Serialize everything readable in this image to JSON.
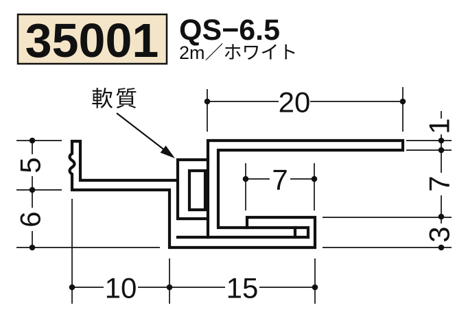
{
  "header": {
    "product_code": "35001",
    "model": "QS−6.5",
    "spec": "2m／ホワイト"
  },
  "drawing": {
    "callout": "軟質",
    "dims": {
      "top_width": "20",
      "flange_thickness": "1",
      "slot_width": "7",
      "opening_height": "7",
      "left_upper": "5",
      "left_lower": "6",
      "hook_height": "3",
      "bottom_left": "10",
      "bottom_right": "15"
    }
  },
  "colors": {
    "code_box_bg": "#F5E5C8",
    "line": "#111111"
  }
}
